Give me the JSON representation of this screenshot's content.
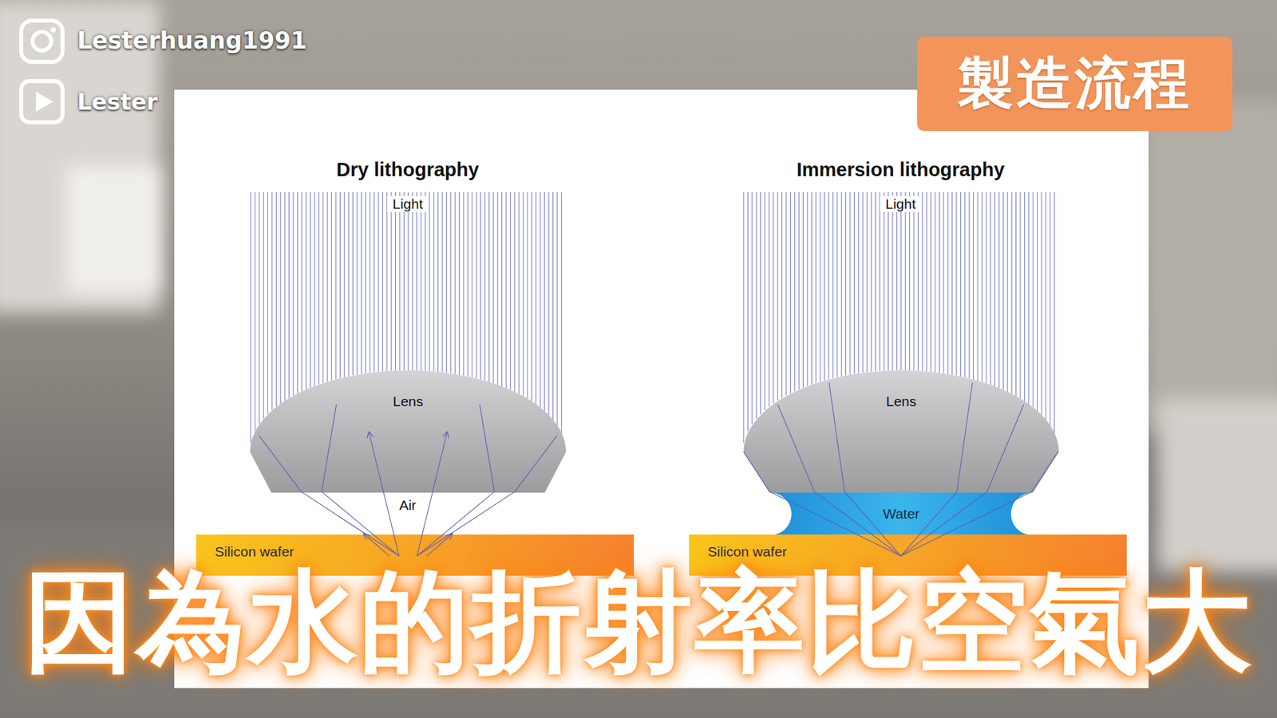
{
  "diagram": {
    "nodes": [
      {
        "text": [
          "製造流程"
        ]
      },
      {
        "text": [
          "Lens"
        ]
      },
      {
        "text": [
          "Silicon wafer"
        ]
      },
      {
        "text": [
          "Lens"
        ]
      },
      {
        "text": [
          "Water"
        ]
      },
      {
        "text": [
          "Silicon wafer"
        ]
      }
    ],
    "labels": [
      "Lesterhuang1991",
      "Lester",
      "Dry lithography",
      "Light",
      "Air",
      "Immersion lithography",
      "Light",
      "因為水的折射率比空氣大"
    ]
  }
}
